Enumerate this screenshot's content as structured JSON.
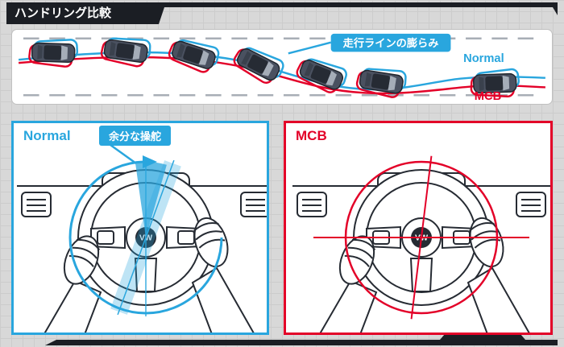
{
  "colors": {
    "blue": "#29a6de",
    "red": "#e30028",
    "dark": "#1b1e24",
    "line": "#262b33"
  },
  "header": {
    "title": "ハンドリング比較"
  },
  "track": {
    "callout": "走行ラインの膨らみ",
    "normal_label": "Normal",
    "mcb_label": "MCB"
  },
  "panels": {
    "normal": {
      "title": "Normal",
      "callout": "余分な操舵"
    },
    "mcb": {
      "title": "MCB"
    }
  },
  "steering_wheel": {
    "logo": "VW"
  }
}
